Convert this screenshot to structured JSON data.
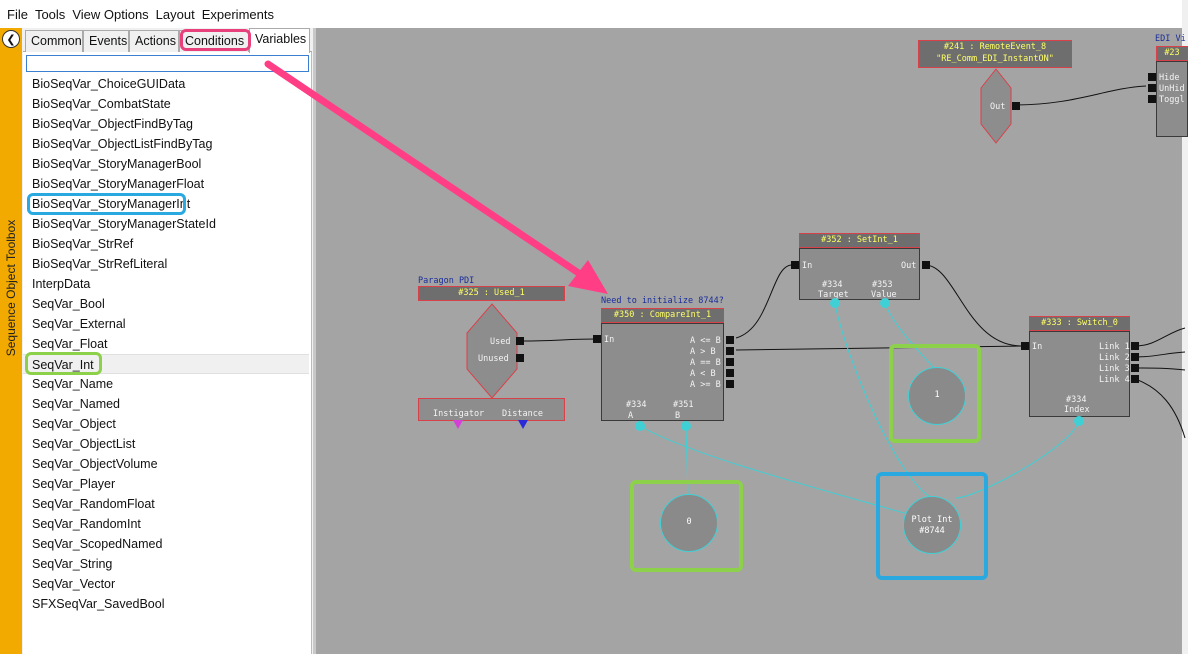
{
  "menu": [
    "File",
    "Tools",
    "View Options",
    "Layout",
    "Experiments"
  ],
  "toolbox": {
    "title": "Sequence Object Toolbox",
    "collapse_glyph": "❮"
  },
  "tabs": [
    "Common",
    "Events",
    "Actions",
    "Conditions",
    "Variables"
  ],
  "search": {
    "value": "",
    "placeholder": ""
  },
  "variables": [
    "BioSeqVar_ChoiceGUIData",
    "BioSeqVar_CombatState",
    "BioSeqVar_ObjectFindByTag",
    "BioSeqVar_ObjectListFindByTag",
    "BioSeqVar_StoryManagerBool",
    "BioSeqVar_StoryManagerFloat",
    "BioSeqVar_StoryManagerInt",
    "BioSeqVar_StoryManagerStateId",
    "BioSeqVar_StrRef",
    "BioSeqVar_StrRefLiteral",
    "InterpData",
    "SeqVar_Bool",
    "SeqVar_External",
    "SeqVar_Float",
    "SeqVar_Int",
    "SeqVar_Name",
    "SeqVar_Named",
    "SeqVar_Object",
    "SeqVar_ObjectList",
    "SeqVar_ObjectVolume",
    "SeqVar_Player",
    "SeqVar_RandomFloat",
    "SeqVar_RandomInt",
    "SeqVar_ScopedNamed",
    "SeqVar_String",
    "SeqVar_Vector",
    "SFXSeqVar_SavedBool"
  ],
  "colors": {
    "canvas": "#a4a4a4",
    "node_title_text": "#ffff66",
    "node_border": "#d8414a",
    "var_link": "#3fd0d6",
    "highlight_pink": "#e8407a",
    "highlight_blue": "#2aa9e0",
    "highlight_green": "#8dd14a",
    "toolbox_strip": "#f2a900"
  },
  "graph": {
    "remote_event": {
      "title": "#241 : RemoteEvent_8",
      "subtitle": "\"RE_Comm_EDI_InstantON\"",
      "out": "Out"
    },
    "edi_node": {
      "comment": "EDI Vi",
      "title": "#23",
      "inputs": [
        "Hide",
        "UnHid",
        "Toggl"
      ]
    },
    "used_node": {
      "comment": "Paragon PDI",
      "title": "#325 : Used_1",
      "outputs": [
        "Used",
        "Unused"
      ],
      "vars": [
        "Instigator",
        "Distance"
      ]
    },
    "compare_node": {
      "comment": "Need to initialize 8744?",
      "title": "#350 : CompareInt_1",
      "input": "In",
      "outputs": [
        "A <= B",
        "A > B",
        "A == B",
        "A < B",
        "A >= B"
      ],
      "vars": [
        {
          "id": "#334",
          "name": "A"
        },
        {
          "id": "#351",
          "name": "B"
        }
      ]
    },
    "setint_node": {
      "title": "#352 : SetInt_1",
      "input": "In",
      "output": "Out",
      "vars": [
        {
          "id": "#334",
          "name": "Target"
        },
        {
          "id": "#353",
          "name": "Value"
        }
      ]
    },
    "switch_node": {
      "title": "#333 : Switch_0",
      "input": "In",
      "outputs": [
        "Link 1",
        "Link 2",
        "Link 3",
        "Link 4"
      ],
      "var": {
        "id": "#334",
        "name": "Index"
      }
    },
    "var_one": {
      "value": "1"
    },
    "var_zero": {
      "value": "0"
    },
    "var_plot": {
      "label": "Plot Int",
      "id": "#8744"
    }
  }
}
